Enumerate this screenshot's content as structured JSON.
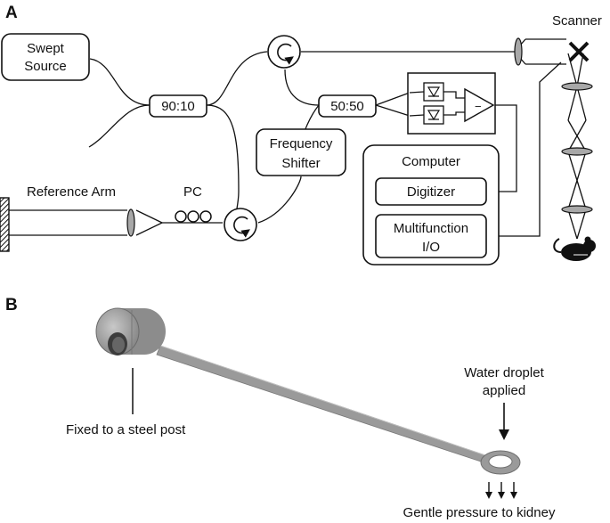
{
  "panel_a": {
    "label": "A",
    "swept_source": [
      "Swept",
      "Source"
    ],
    "coupler_9010": "90:10",
    "coupler_5050": "50:50",
    "frequency_shifter": [
      "Frequency",
      "Shifter"
    ],
    "reference_arm": "Reference Arm",
    "pc": "PC",
    "scanner": "Scanner",
    "computer": "Computer",
    "digitizer": "Digitizer",
    "multifunction_io": [
      "Multifunction",
      "I/O"
    ],
    "minus_sign": "−"
  },
  "panel_b": {
    "label": "B",
    "fixed_to_post": "Fixed to a steel post",
    "water_droplet": [
      "Water droplet",
      "applied"
    ],
    "gentle_pressure": "Gentle pressure to kidney"
  },
  "colors": {
    "line": "#111111",
    "lens_fill": "#a8a8a8",
    "cantilever": "#9a9a9a",
    "mount": "#8c8c8c"
  }
}
